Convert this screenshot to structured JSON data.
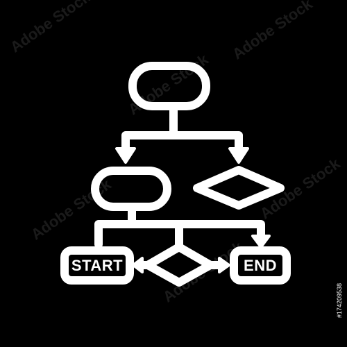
{
  "colors": {
    "background": "#000000",
    "stroke": "#ffffff"
  },
  "diagram": {
    "start_label": "START",
    "end_label": "END"
  },
  "watermark": {
    "text": "Adobe Stock"
  },
  "stock_id": "#174209538"
}
